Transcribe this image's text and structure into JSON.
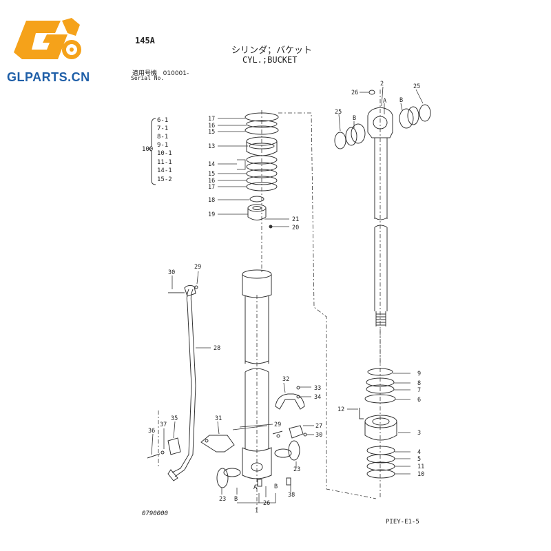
{
  "logo": {
    "text": "GLPARTS.CN",
    "primary_color": "#f5a21a",
    "text_color": "#1f5fa8"
  },
  "header": {
    "model": "145A",
    "title_jp": "シリンダ；バケット",
    "title_en": "CYL.;BUCKET",
    "serial_label_jp": "適用号機",
    "serial_value": "010001-",
    "serial_label_en": "Serial No."
  },
  "group": {
    "number": "100",
    "items": [
      "6-1",
      "7-1",
      "8-1",
      "9-1",
      "10-1",
      "11-1",
      "14-1",
      "15-2"
    ]
  },
  "callouts": {
    "top_stack": [
      "17",
      "16",
      "15",
      "13",
      "14",
      "15",
      "16",
      "17"
    ],
    "nut": [
      "18",
      "19",
      "21",
      "20"
    ],
    "pipe": [
      "30",
      "29",
      "28"
    ],
    "lower_left": [
      "32",
      "33",
      "34",
      "31",
      "29",
      "27",
      "30",
      "35",
      "37",
      "36",
      "23",
      "B",
      "A",
      "26",
      "1",
      "B",
      "38",
      "23"
    ],
    "rod_top": [
      "26",
      "2",
      "A",
      "25",
      "25",
      "B",
      "B"
    ],
    "rod_bottom": [
      "9",
      "8",
      "7",
      "6",
      "12",
      "3",
      "4",
      "5",
      "11",
      "10"
    ]
  },
  "footer": {
    "left_code": "0790000",
    "right_code": "PIEY-E1-5"
  }
}
